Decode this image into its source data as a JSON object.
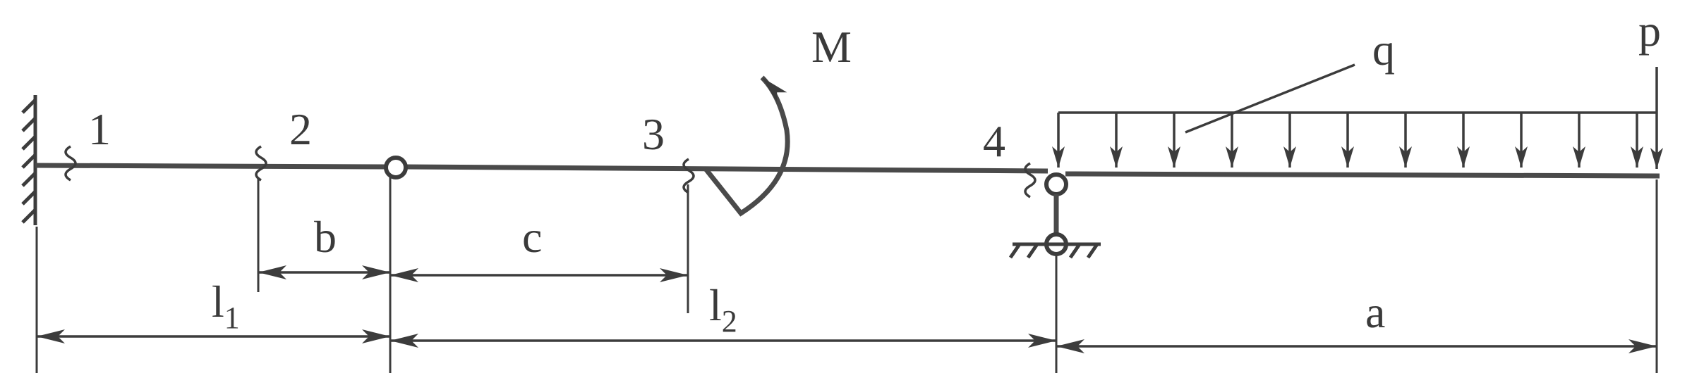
{
  "section_labels": [
    "1",
    "2",
    "3",
    "4"
  ],
  "moment_label": "M",
  "load_q_label": "q",
  "force_p_label": "p",
  "dimensions": {
    "b": "b",
    "c": "c",
    "l1": "l",
    "l1_sub": "1",
    "l2": "l",
    "l2_sub": "2",
    "a": "a"
  }
}
